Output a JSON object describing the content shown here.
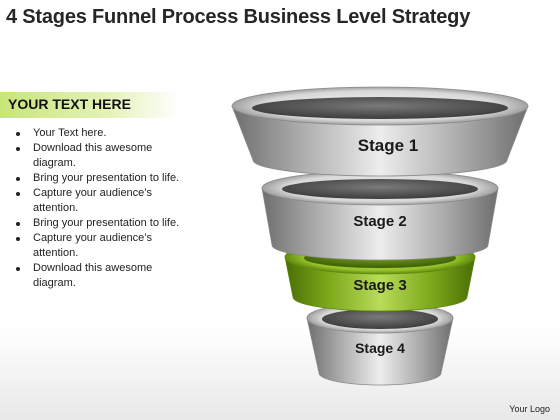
{
  "title": "4 Stages Funnel Process Business Level Strategy",
  "header": "YOUR TEXT HERE",
  "bullets": [
    "Your Text here.",
    "Download this awesome diagram.",
    "Bring your presentation to life.",
    "Capture your audience’s attention.",
    "Bring your presentation to life.",
    "Capture your audience’s attention.",
    "Download this awesome diagram."
  ],
  "stages": [
    {
      "label": "Stage 1",
      "color": "#a7a7a7"
    },
    {
      "label": "Stage 2",
      "color": "#a7a7a7"
    },
    {
      "label": "Stage 3",
      "color": "#7aa619"
    },
    {
      "label": "Stage 4",
      "color": "#a7a7a7"
    }
  ],
  "logo": "Your Logo"
}
